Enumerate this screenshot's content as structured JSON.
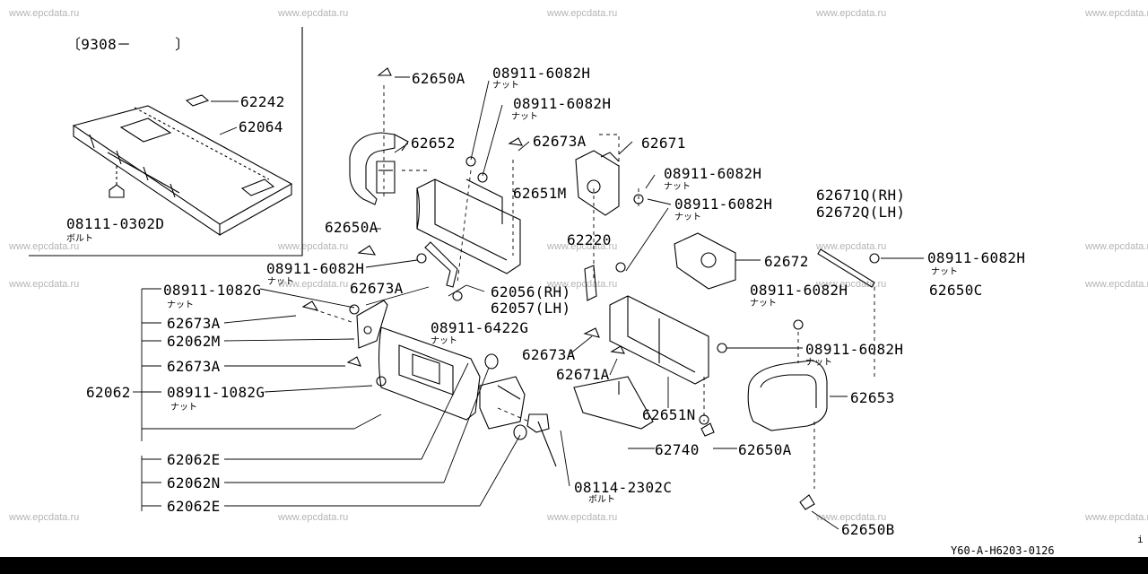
{
  "watermark": "www.epcdata.ru",
  "inset": {
    "date_range": "〔9308－　　　〕"
  },
  "labels": {
    "p62242": "62242",
    "p62064": "62064",
    "p08111": "08111-0302D",
    "p62650A_top": "62650A",
    "p08911_a": "08911-6082H",
    "p08911_b": "08911-6082H",
    "p62652": "62652",
    "p62673A_top": "62673A",
    "p62671": "62671",
    "p08911_c": "08911-6082H",
    "p62651M": "62651M",
    "p08911_d": "08911-6082H",
    "p62671Q": "62671Q(RH)",
    "p62672Q": "62672Q(LH)",
    "p62650A_left": "62650A",
    "p62220": "62220",
    "p08911_e": "08911-6082H",
    "p62672": "62672",
    "p08911_f": "08911-6082H",
    "p08911_g": "08911-1082G",
    "p62673A_mid": "62673A",
    "p62056": "62056(RH)",
    "p62057": "62057(LH)",
    "p62650C": "62650C",
    "p08911_h": "08911-6082H",
    "p62673A_l1": "62673A",
    "p62062M": "62062M",
    "p08911_i": "08911-6422G",
    "p62673A_r": "62673A",
    "p08911_j": "08911-6082H",
    "p62673A_l2": "62673A",
    "p62671A": "62671A",
    "p62062": "62062",
    "p08911_k": "08911-1082G",
    "p62653": "62653",
    "p62651N": "62651N",
    "p62740": "62740",
    "p62650A_bot": "62650A",
    "p62062E_1": "62062E",
    "p62062N": "62062N",
    "p08114": "08114-2302C",
    "p62062E_2": "62062E",
    "p62650B": "62650B"
  },
  "subs": {
    "nut": "ナット",
    "bolt": "ボルト"
  },
  "footer": {
    "diagram_code": "Y60-A-H6203-0126",
    "corner_mark": "i"
  }
}
